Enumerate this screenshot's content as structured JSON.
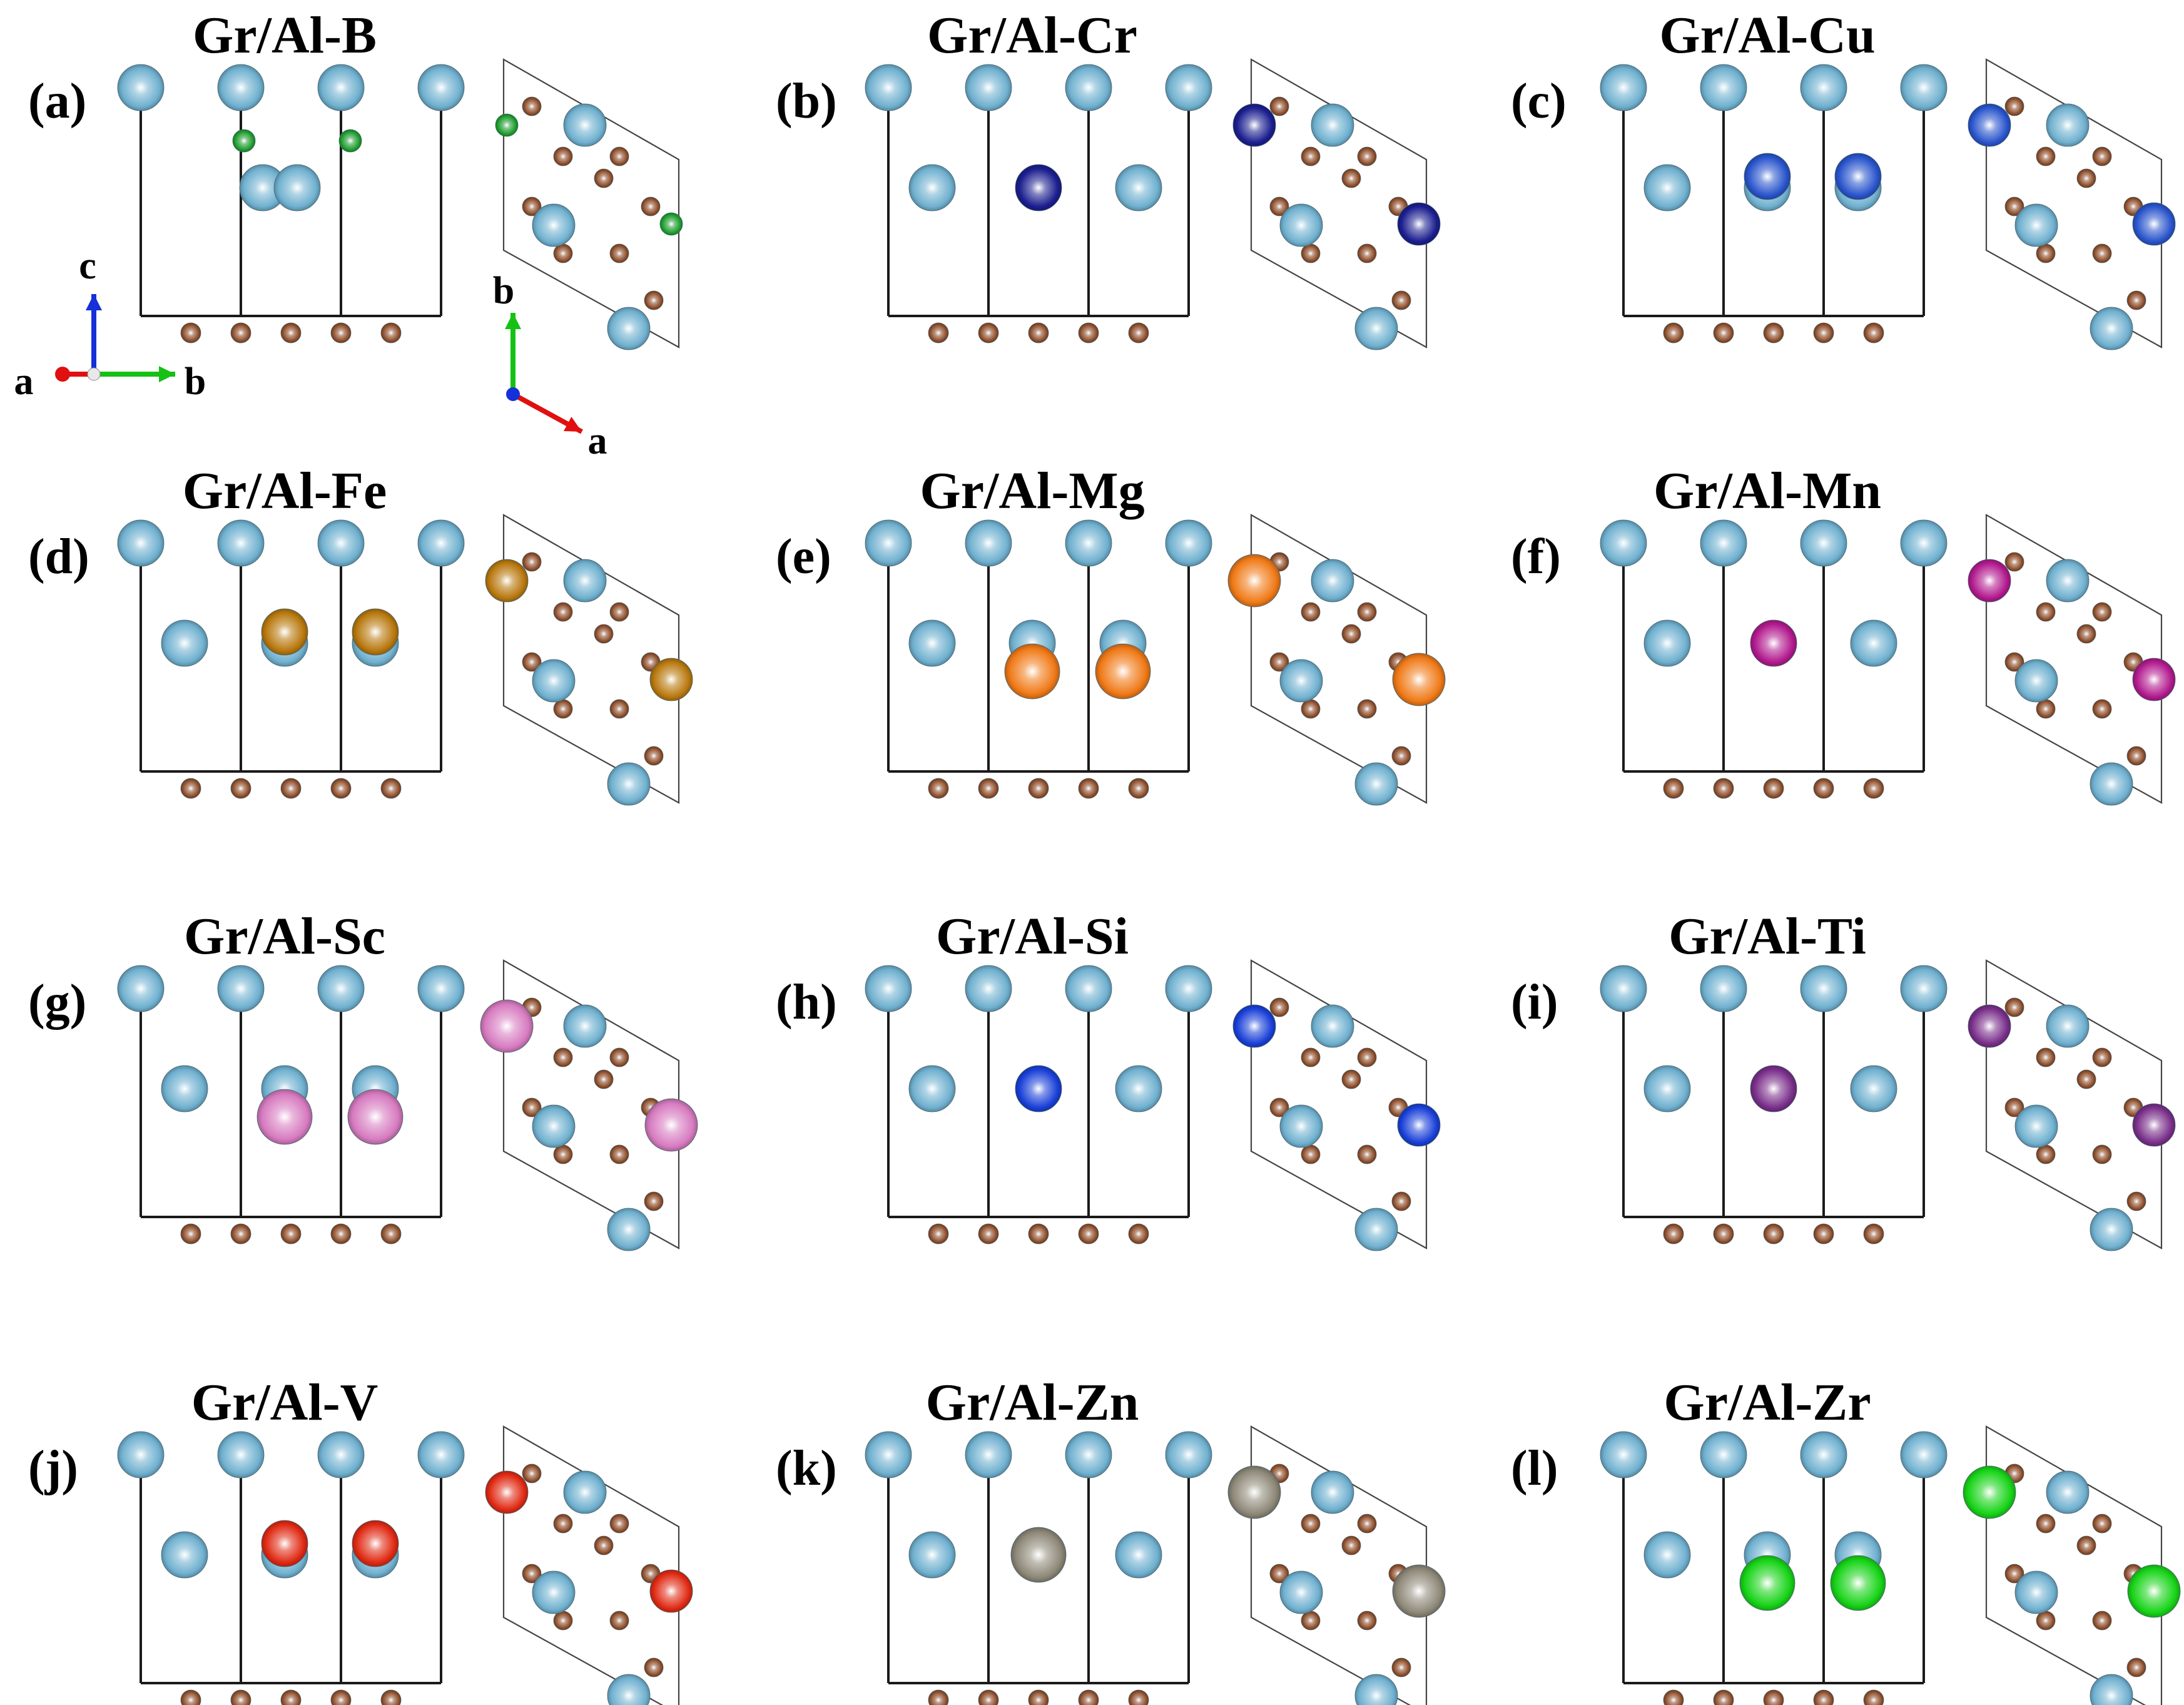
{
  "colors": {
    "al": "#6fb0cf",
    "c": "#8b4a26",
    "dopants": {
      "B": "#1a9a2a",
      "Cr": "#1c1f8f",
      "Cu": "#2a55cc",
      "Fe": "#b8780e",
      "Mg": "#f07a18",
      "Mn": "#b21a8e",
      "Sc": "#d77bc0",
      "Si": "#1a40d8",
      "Ti": "#7a2f8a",
      "V": "#e02a14",
      "Zn": "#8e8878",
      "Zr": "#18d418"
    }
  },
  "axes_labels": {
    "side": {
      "c": "c",
      "a": "a",
      "b": "b"
    },
    "top": {
      "b": "b",
      "a": "a"
    }
  },
  "panels": [
    {
      "label": "(a)",
      "title": "Gr/Al-B",
      "dopant": "B"
    },
    {
      "label": "(b)",
      "title": "Gr/Al-Cr",
      "dopant": "Cr"
    },
    {
      "label": "(c)",
      "title": "Gr/Al-Cu",
      "dopant": "Cu"
    },
    {
      "label": "(d)",
      "title": "Gr/Al-Fe",
      "dopant": "Fe"
    },
    {
      "label": "(e)",
      "title": "Gr/Al-Mg",
      "dopant": "Mg"
    },
    {
      "label": "(f)",
      "title": "Gr/Al-Mn",
      "dopant": "Mn"
    },
    {
      "label": "(g)",
      "title": "Gr/Al-Sc",
      "dopant": "Sc"
    },
    {
      "label": "(h)",
      "title": "Gr/Al-Si",
      "dopant": "Si"
    },
    {
      "label": "(i)",
      "title": "Gr/Al-Ti",
      "dopant": "Ti"
    },
    {
      "label": "(j)",
      "title": "Gr/Al-V",
      "dopant": "V"
    },
    {
      "label": "(k)",
      "title": "Gr/Al-Zn",
      "dopant": "Zn"
    },
    {
      "label": "(l)",
      "title": "Gr/Al-Zr",
      "dopant": "Zr"
    }
  ]
}
